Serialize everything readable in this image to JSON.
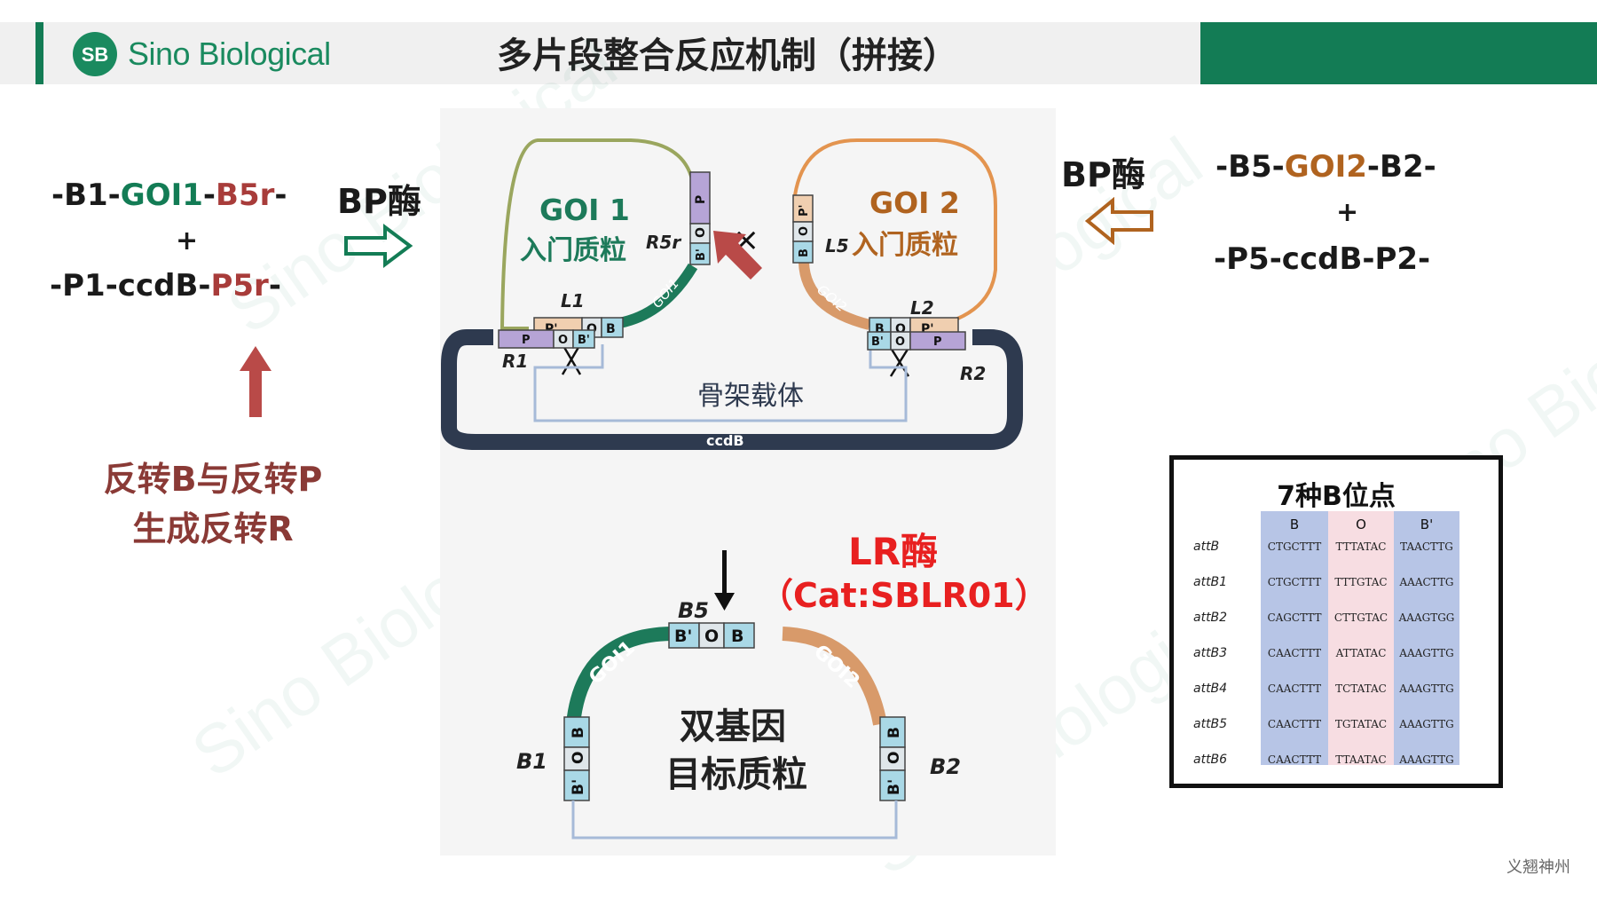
{
  "header": {
    "logo_text": "Sino Biological",
    "logo_badge": "SB",
    "title": "多片段整合反应机制（拼接）"
  },
  "left_panel": {
    "line1": {
      "a": "-B1-",
      "b": "GOI1",
      "c": "-",
      "d": "B5r",
      "e": "-"
    },
    "plus": "+",
    "line2": {
      "a": "-P1-ccdB-",
      "b": "P5r",
      "c": "-"
    },
    "enzyme": "BP酶",
    "note_line1": "反转B与反转P",
    "note_line2": "生成反转R"
  },
  "right_panel": {
    "line1": {
      "a": "-B5-",
      "b": "GOI2",
      "c": "-B2-"
    },
    "plus": "+",
    "line2": "-P5-ccdB-P2-",
    "enzyme": "BP酶"
  },
  "diagram": {
    "entry1": {
      "title": "GOI 1",
      "subtitle": "入门质粒",
      "r_label": "R5r",
      "l_label": "L1",
      "arc_label": "GOI1",
      "site_top": [
        "P",
        "O",
        "B'"
      ],
      "site_bottom": [
        "P'",
        "O",
        "B"
      ]
    },
    "entry2": {
      "title": "GOI 2",
      "subtitle": "入门质粒",
      "l_label": "L5",
      "l2_label": "L2",
      "arc_label": "GOI2",
      "site_left": [
        "P'",
        "O",
        "B"
      ],
      "site_bottom": [
        "B",
        "O",
        "P'"
      ]
    },
    "cross": "×",
    "backbone": {
      "label": "骨架载体",
      "ccdb": "ccdB",
      "r1": "R1",
      "r2": "R2",
      "site_r1": [
        "P",
        "O",
        "B'"
      ],
      "site_r2": [
        "B'",
        "O",
        "P"
      ]
    },
    "lr_enzyme": "LR酶",
    "lr_cat": "（Cat:SBLR01）",
    "product": {
      "title_line1": "双基因",
      "title_line2": "目标质粒",
      "b5": "B5",
      "b1": "B1",
      "b2": "B2",
      "arc1": "GOI1",
      "arc2": "GOI2",
      "site_top": [
        "B'",
        "O",
        "B"
      ],
      "site_left": [
        "B",
        "O",
        "B'"
      ],
      "site_right": [
        "B",
        "O",
        "B'"
      ]
    }
  },
  "att_table": {
    "title": "7种B位点",
    "headers": [
      "B",
      "O",
      "B'"
    ],
    "rows": [
      {
        "name": "attB",
        "b": "CTGCTTT",
        "o": "TTTATAC",
        "bp": "TAACTTG"
      },
      {
        "name": "attB1",
        "b": "CTGCTTT",
        "o": "TTTGTAC",
        "bp": "AAACTTG"
      },
      {
        "name": "attB2",
        "b": "CAGCTTT",
        "o": "CTTGTAC",
        "bp": "AAAGTGG"
      },
      {
        "name": "attB3",
        "b": "CAACTTT",
        "o": "ATTATAC",
        "bp": "AAAGTTG"
      },
      {
        "name": "attB4",
        "b": "CAACTTT",
        "o": "TCTATAC",
        "bp": "AAAGTTG"
      },
      {
        "name": "attB5",
        "b": "CAACTTT",
        "o": "TGTATAC",
        "bp": "AAAGTTG"
      },
      {
        "name": "attB6",
        "b": "CAACTTT",
        "o": "TTAATAC",
        "bp": "AAAGTTG"
      }
    ]
  },
  "footer": {
    "text": "义翘神州"
  },
  "colors": {
    "brand_green": "#137c55",
    "goi1_green": "#1d7a5a",
    "goi2_orange": "#d89a6a",
    "arrow_red": "#b94a48",
    "backbone_navy": "#2e3a4f"
  }
}
